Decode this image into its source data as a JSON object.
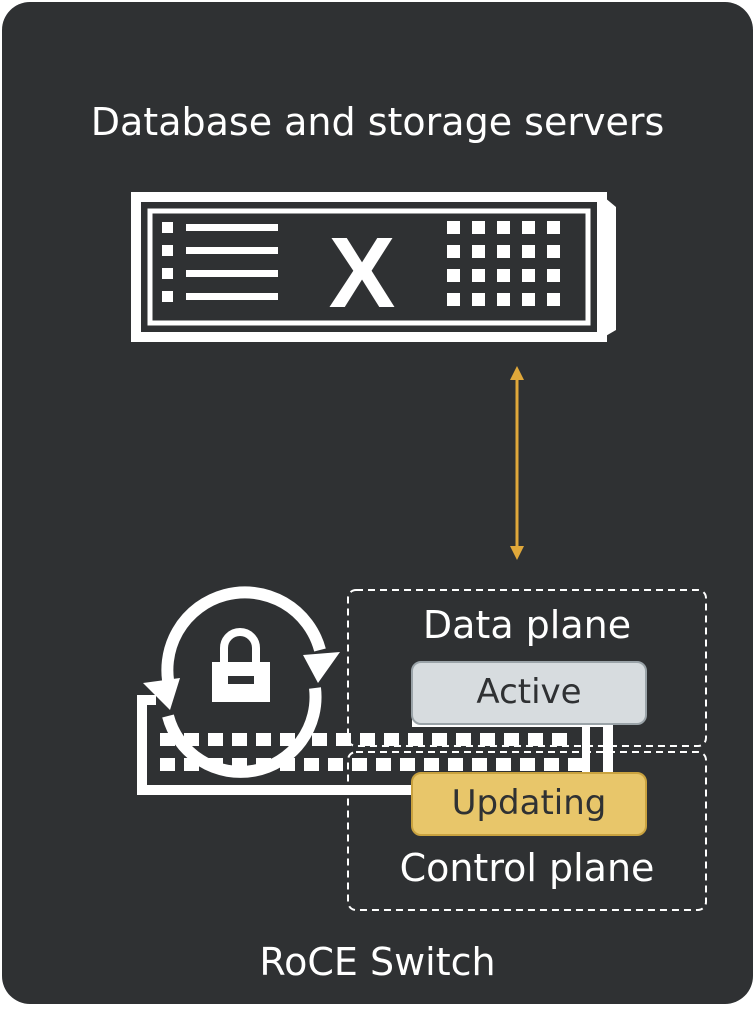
{
  "title": "Database and storage servers",
  "server": {
    "center_letter": "X",
    "icon": "server-icon"
  },
  "connection": {
    "color": "#e0a83a",
    "icon": "bidirectional-arrow-icon"
  },
  "switch": {
    "label": "RoCE Switch",
    "icon": "switch-icon",
    "update_icon": "secure-update-icon"
  },
  "data_plane": {
    "label": "Data plane",
    "status": "Active",
    "status_color": "#d7dcdf"
  },
  "control_plane": {
    "label": "Control plane",
    "status": "Updating",
    "status_color": "#e8c66a"
  },
  "colors": {
    "background": "#2f3133",
    "foreground": "#ffffff",
    "accent": "#e0a83a"
  }
}
